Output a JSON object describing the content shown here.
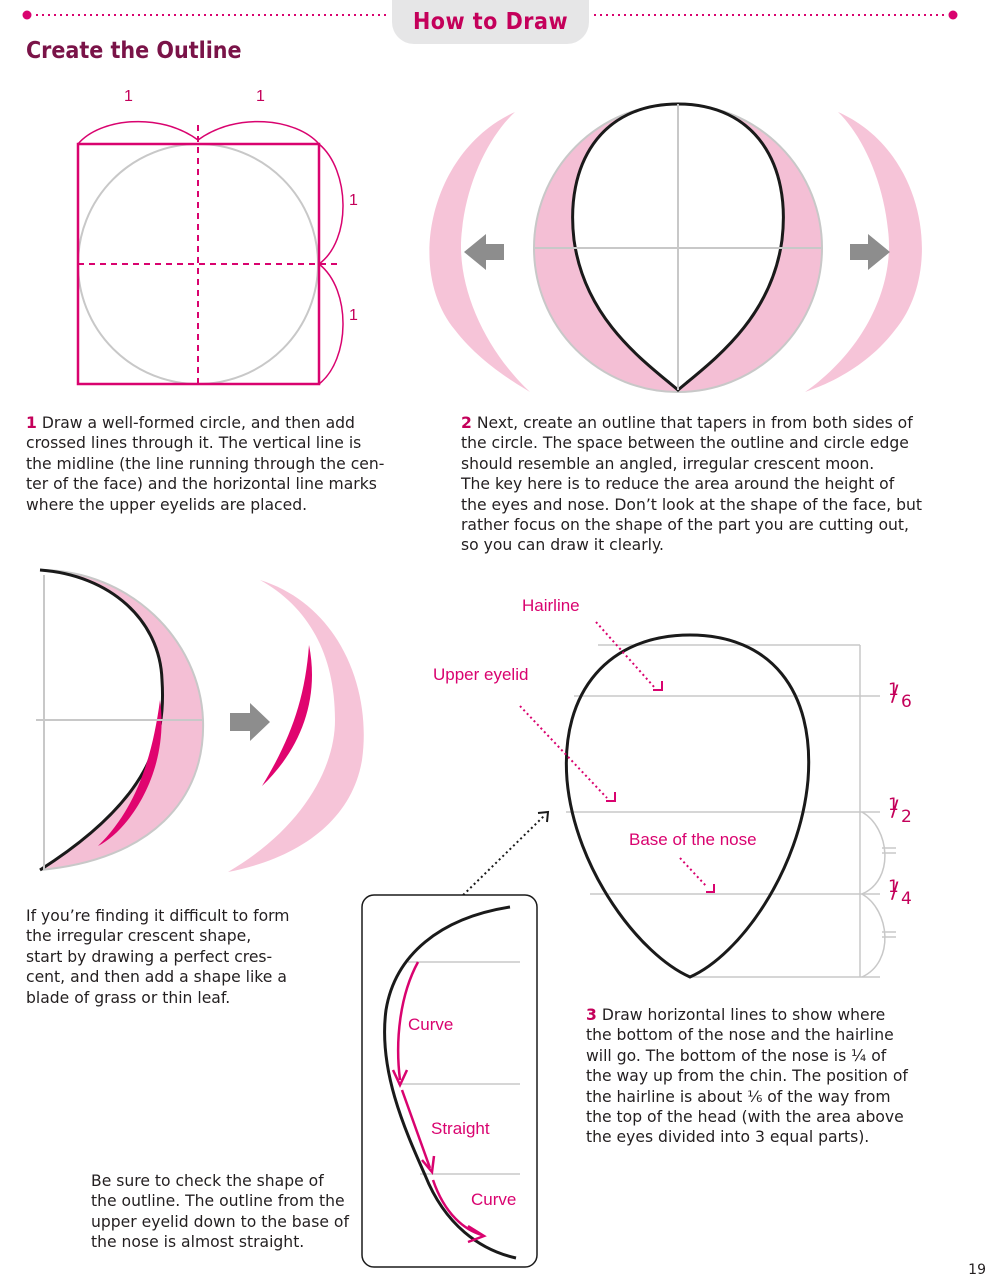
{
  "header": {
    "title": "How to Draw"
  },
  "section": {
    "title": "Create the Outline"
  },
  "figure1": {
    "top_labels": [
      "1",
      "1"
    ],
    "side_labels": [
      "1",
      "1"
    ]
  },
  "step1": {
    "number": "1",
    "lines": [
      "Draw a well-formed circle, and then add",
      "crossed lines through it. The vertical line is",
      "the midline (the line running through the cen-",
      "ter of the face) and the horizontal line marks",
      "where the upper eyelids are placed."
    ]
  },
  "step2": {
    "number": "2",
    "lines": [
      "Next, create an outline that tapers in from both sides of",
      "the circle. The space between the outline and circle edge",
      "should resemble an angled, irregular crescent moon.",
      "The key here is to reduce the area around the height of",
      "the eyes and nose. Don’t look at the shape of the face, but",
      "rather focus on the shape of the part you are cutting out,",
      "so you can draw it clearly."
    ]
  },
  "tip_crescent": {
    "lines": [
      "If you’re finding it difficult to form",
      "the irregular crescent shape,",
      "start by drawing a perfect cres-",
      "cent, and then add a shape like a",
      "blade of grass or thin leaf."
    ]
  },
  "face_labels": {
    "hairline": "Hairline",
    "upper_eyelid": "Upper eyelid",
    "base_of_nose": "Base of the nose"
  },
  "fractions": [
    {
      "num": "1",
      "den": "6"
    },
    {
      "num": "1",
      "den": "2"
    },
    {
      "num": "1",
      "den": "4"
    }
  ],
  "detail_labels": {
    "curve_top": "Curve",
    "straight": "Straight",
    "curve_bottom": "Curve"
  },
  "step3": {
    "number": "3",
    "lines": [
      "Draw horizontal lines to show where",
      "the bottom of the nose and the hairline",
      "will go. The bottom of the nose is ¼ of",
      "the way up from the chin. The position of",
      "the hairline is about ⅙ of the way from",
      "the top of the head (with the area above",
      "the eyes divided into 3 equal parts)."
    ]
  },
  "tip_outline": {
    "lines": [
      "Be sure to check the shape of",
      "the outline. The outline from the",
      "upper eyelid down to the base of",
      "the nose is almost straight."
    ]
  },
  "page_number": "19",
  "colors": {
    "magenta": "#d9036f",
    "dark_magenta": "#7a1348",
    "pink_fill": "#f4bfd5",
    "gray_line": "#c8c8c8",
    "arrow_gray": "#8d8d8d"
  }
}
